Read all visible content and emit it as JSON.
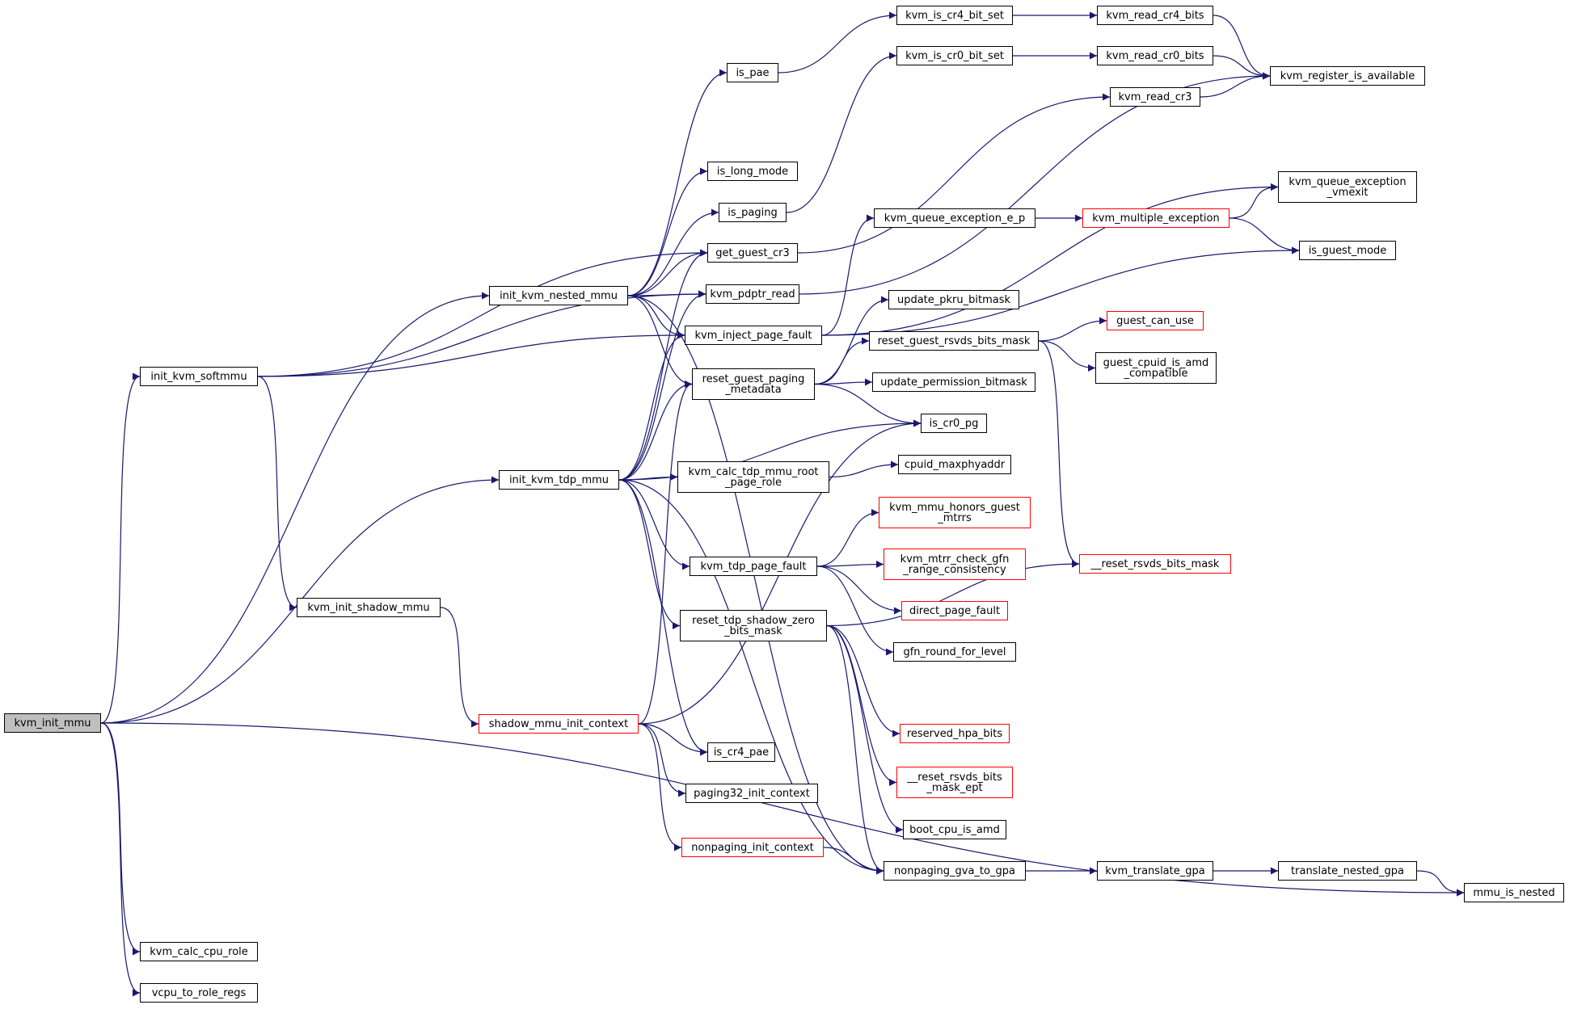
{
  "colors": {
    "edge": "#191970",
    "border": "#000000",
    "incomplete_border": "#ff0000",
    "root_fill": "#bfbfbf",
    "background": "#ffffff"
  },
  "nodes": [
    {
      "id": "kvm_init_mmu",
      "label": "kvm_init_mmu",
      "root": true
    },
    {
      "id": "init_kvm_softmmu",
      "label": "init_kvm_softmmu"
    },
    {
      "id": "init_kvm_nested_mmu",
      "label": "init_kvm_nested_mmu"
    },
    {
      "id": "init_kvm_tdp_mmu",
      "label": "init_kvm_tdp_mmu"
    },
    {
      "id": "kvm_init_shadow_mmu",
      "label": "kvm_init_shadow_mmu"
    },
    {
      "id": "kvm_calc_cpu_role",
      "label": "kvm_calc_cpu_role"
    },
    {
      "id": "vcpu_to_role_regs",
      "label": "vcpu_to_role_regs"
    },
    {
      "id": "shadow_mmu_init_context",
      "label": "shadow_mmu_init_context",
      "red": true
    },
    {
      "id": "is_pae",
      "label": "is_pae"
    },
    {
      "id": "is_long_mode",
      "label": "is_long_mode"
    },
    {
      "id": "is_paging",
      "label": "is_paging"
    },
    {
      "id": "get_guest_cr3",
      "label": "get_guest_cr3"
    },
    {
      "id": "kvm_pdptr_read",
      "label": "kvm_pdptr_read"
    },
    {
      "id": "kvm_inject_page_fault",
      "label": "kvm_inject_page_fault"
    },
    {
      "id": "reset_guest_paging_metadata",
      "label": "reset_guest_paging\n_metadata"
    },
    {
      "id": "kvm_calc_tdp_mmu_root_page_role",
      "label": "kvm_calc_tdp_mmu_root\n_page_role"
    },
    {
      "id": "kvm_tdp_page_fault",
      "label": "kvm_tdp_page_fault"
    },
    {
      "id": "reset_tdp_shadow_zero_bits_mask",
      "label": "reset_tdp_shadow_zero\n_bits_mask"
    },
    {
      "id": "is_cr4_pae",
      "label": "is_cr4_pae"
    },
    {
      "id": "paging32_init_context",
      "label": "paging32_init_context"
    },
    {
      "id": "nonpaging_init_context",
      "label": "nonpaging_init_context",
      "red": true
    },
    {
      "id": "kvm_is_cr4_bit_set",
      "label": "kvm_is_cr4_bit_set"
    },
    {
      "id": "kvm_is_cr0_bit_set",
      "label": "kvm_is_cr0_bit_set"
    },
    {
      "id": "kvm_queue_exception_e_p",
      "label": "kvm_queue_exception_e_p"
    },
    {
      "id": "update_pkru_bitmask",
      "label": "update_pkru_bitmask"
    },
    {
      "id": "reset_guest_rsvds_bits_mask",
      "label": "reset_guest_rsvds_bits_mask"
    },
    {
      "id": "update_permission_bitmask",
      "label": "update_permission_bitmask"
    },
    {
      "id": "is_cr0_pg",
      "label": "is_cr0_pg"
    },
    {
      "id": "cpuid_maxphyaddr",
      "label": "cpuid_maxphyaddr"
    },
    {
      "id": "kvm_mmu_honors_guest_mtrrs",
      "label": "kvm_mmu_honors_guest\n_mtrrs",
      "red": true
    },
    {
      "id": "kvm_mtrr_check_gfn_range_consistency",
      "label": "kvm_mtrr_check_gfn\n_range_consistency",
      "red": true
    },
    {
      "id": "direct_page_fault",
      "label": "direct_page_fault",
      "red": true
    },
    {
      "id": "gfn_round_for_level",
      "label": "gfn_round_for_level"
    },
    {
      "id": "reserved_hpa_bits",
      "label": "reserved_hpa_bits",
      "red": true
    },
    {
      "id": "reset_rsvds_bits_mask_ept",
      "label": "__reset_rsvds_bits\n_mask_ept",
      "red": true
    },
    {
      "id": "boot_cpu_is_amd",
      "label": "boot_cpu_is_amd"
    },
    {
      "id": "nonpaging_gva_to_gpa",
      "label": "nonpaging_gva_to_gpa"
    },
    {
      "id": "kvm_read_cr4_bits",
      "label": "kvm_read_cr4_bits"
    },
    {
      "id": "kvm_read_cr0_bits",
      "label": "kvm_read_cr0_bits"
    },
    {
      "id": "kvm_read_cr3",
      "label": "kvm_read_cr3"
    },
    {
      "id": "kvm_multiple_exception",
      "label": "kvm_multiple_exception",
      "red": true
    },
    {
      "id": "guest_can_use",
      "label": "guest_can_use",
      "red": true
    },
    {
      "id": "guest_cpuid_is_amd_compatible",
      "label": "guest_cpuid_is_amd\n_compatible"
    },
    {
      "id": "reset_rsvds_bits_mask",
      "label": "__reset_rsvds_bits_mask",
      "red": true
    },
    {
      "id": "kvm_translate_gpa",
      "label": "kvm_translate_gpa"
    },
    {
      "id": "kvm_register_is_available",
      "label": "kvm_register_is_available"
    },
    {
      "id": "kvm_queue_exception_vmexit",
      "label": "kvm_queue_exception\n_vmexit"
    },
    {
      "id": "is_guest_mode",
      "label": "is_guest_mode"
    },
    {
      "id": "translate_nested_gpa",
      "label": "translate_nested_gpa"
    },
    {
      "id": "mmu_is_nested",
      "label": "mmu_is_nested"
    }
  ],
  "edges": [
    [
      "kvm_init_mmu",
      "init_kvm_softmmu"
    ],
    [
      "kvm_init_mmu",
      "init_kvm_nested_mmu"
    ],
    [
      "kvm_init_mmu",
      "init_kvm_tdp_mmu"
    ],
    [
      "kvm_init_mmu",
      "kvm_calc_cpu_role"
    ],
    [
      "kvm_init_mmu",
      "vcpu_to_role_regs"
    ],
    [
      "kvm_init_mmu",
      "mmu_is_nested"
    ],
    [
      "init_kvm_softmmu",
      "get_guest_cr3"
    ],
    [
      "init_kvm_softmmu",
      "kvm_pdptr_read"
    ],
    [
      "init_kvm_softmmu",
      "kvm_inject_page_fault"
    ],
    [
      "init_kvm_softmmu",
      "kvm_init_shadow_mmu"
    ],
    [
      "init_kvm_nested_mmu",
      "is_pae"
    ],
    [
      "init_kvm_nested_mmu",
      "is_long_mode"
    ],
    [
      "init_kvm_nested_mmu",
      "is_paging"
    ],
    [
      "init_kvm_nested_mmu",
      "get_guest_cr3"
    ],
    [
      "init_kvm_nested_mmu",
      "kvm_pdptr_read"
    ],
    [
      "init_kvm_nested_mmu",
      "kvm_inject_page_fault"
    ],
    [
      "init_kvm_nested_mmu",
      "reset_guest_paging_metadata"
    ],
    [
      "init_kvm_nested_mmu",
      "nonpaging_gva_to_gpa"
    ],
    [
      "init_kvm_tdp_mmu",
      "get_guest_cr3"
    ],
    [
      "init_kvm_tdp_mmu",
      "kvm_pdptr_read"
    ],
    [
      "init_kvm_tdp_mmu",
      "kvm_inject_page_fault"
    ],
    [
      "init_kvm_tdp_mmu",
      "reset_guest_paging_metadata"
    ],
    [
      "init_kvm_tdp_mmu",
      "is_cr0_pg"
    ],
    [
      "init_kvm_tdp_mmu",
      "kvm_calc_tdp_mmu_root_page_role"
    ],
    [
      "init_kvm_tdp_mmu",
      "kvm_tdp_page_fault"
    ],
    [
      "init_kvm_tdp_mmu",
      "reset_tdp_shadow_zero_bits_mask"
    ],
    [
      "init_kvm_tdp_mmu",
      "is_cr4_pae"
    ],
    [
      "init_kvm_tdp_mmu",
      "nonpaging_gva_to_gpa"
    ],
    [
      "kvm_init_shadow_mmu",
      "shadow_mmu_init_context"
    ],
    [
      "shadow_mmu_init_context",
      "reset_guest_paging_metadata"
    ],
    [
      "shadow_mmu_init_context",
      "is_cr0_pg"
    ],
    [
      "shadow_mmu_init_context",
      "is_cr4_pae"
    ],
    [
      "shadow_mmu_init_context",
      "paging32_init_context"
    ],
    [
      "shadow_mmu_init_context",
      "nonpaging_init_context"
    ],
    [
      "is_pae",
      "kvm_is_cr4_bit_set"
    ],
    [
      "is_paging",
      "kvm_is_cr0_bit_set"
    ],
    [
      "get_guest_cr3",
      "kvm_read_cr3"
    ],
    [
      "kvm_pdptr_read",
      "kvm_register_is_available"
    ],
    [
      "kvm_inject_page_fault",
      "kvm_queue_exception_e_p"
    ],
    [
      "kvm_inject_page_fault",
      "kvm_queue_exception_vmexit"
    ],
    [
      "kvm_inject_page_fault",
      "is_guest_mode"
    ],
    [
      "reset_guest_paging_metadata",
      "update_pkru_bitmask"
    ],
    [
      "reset_guest_paging_metadata",
      "reset_guest_rsvds_bits_mask"
    ],
    [
      "reset_guest_paging_metadata",
      "update_permission_bitmask"
    ],
    [
      "reset_guest_paging_metadata",
      "is_cr0_pg"
    ],
    [
      "kvm_calc_tdp_mmu_root_page_role",
      "cpuid_maxphyaddr"
    ],
    [
      "kvm_tdp_page_fault",
      "kvm_mmu_honors_guest_mtrrs"
    ],
    [
      "kvm_tdp_page_fault",
      "kvm_mtrr_check_gfn_range_consistency"
    ],
    [
      "kvm_tdp_page_fault",
      "direct_page_fault"
    ],
    [
      "kvm_tdp_page_fault",
      "gfn_round_for_level"
    ],
    [
      "reset_tdp_shadow_zero_bits_mask",
      "reset_rsvds_bits_mask"
    ],
    [
      "reset_tdp_shadow_zero_bits_mask",
      "reserved_hpa_bits"
    ],
    [
      "reset_tdp_shadow_zero_bits_mask",
      "reset_rsvds_bits_mask_ept"
    ],
    [
      "reset_tdp_shadow_zero_bits_mask",
      "boot_cpu_is_amd"
    ],
    [
      "reset_tdp_shadow_zero_bits_mask",
      "nonpaging_gva_to_gpa"
    ],
    [
      "nonpaging_init_context",
      "nonpaging_gva_to_gpa"
    ],
    [
      "kvm_is_cr4_bit_set",
      "kvm_read_cr4_bits"
    ],
    [
      "kvm_is_cr0_bit_set",
      "kvm_read_cr0_bits"
    ],
    [
      "kvm_queue_exception_e_p",
      "kvm_multiple_exception"
    ],
    [
      "reset_guest_rsvds_bits_mask",
      "guest_can_use"
    ],
    [
      "reset_guest_rsvds_bits_mask",
      "guest_cpuid_is_amd_compatible"
    ],
    [
      "reset_guest_rsvds_bits_mask",
      "reset_rsvds_bits_mask"
    ],
    [
      "nonpaging_gva_to_gpa",
      "kvm_translate_gpa"
    ],
    [
      "kvm_read_cr4_bits",
      "kvm_register_is_available"
    ],
    [
      "kvm_read_cr0_bits",
      "kvm_register_is_available"
    ],
    [
      "kvm_read_cr3",
      "kvm_register_is_available"
    ],
    [
      "kvm_multiple_exception",
      "kvm_queue_exception_vmexit"
    ],
    [
      "kvm_multiple_exception",
      "is_guest_mode"
    ],
    [
      "kvm_translate_gpa",
      "translate_nested_gpa"
    ],
    [
      "translate_nested_gpa",
      "mmu_is_nested"
    ]
  ]
}
